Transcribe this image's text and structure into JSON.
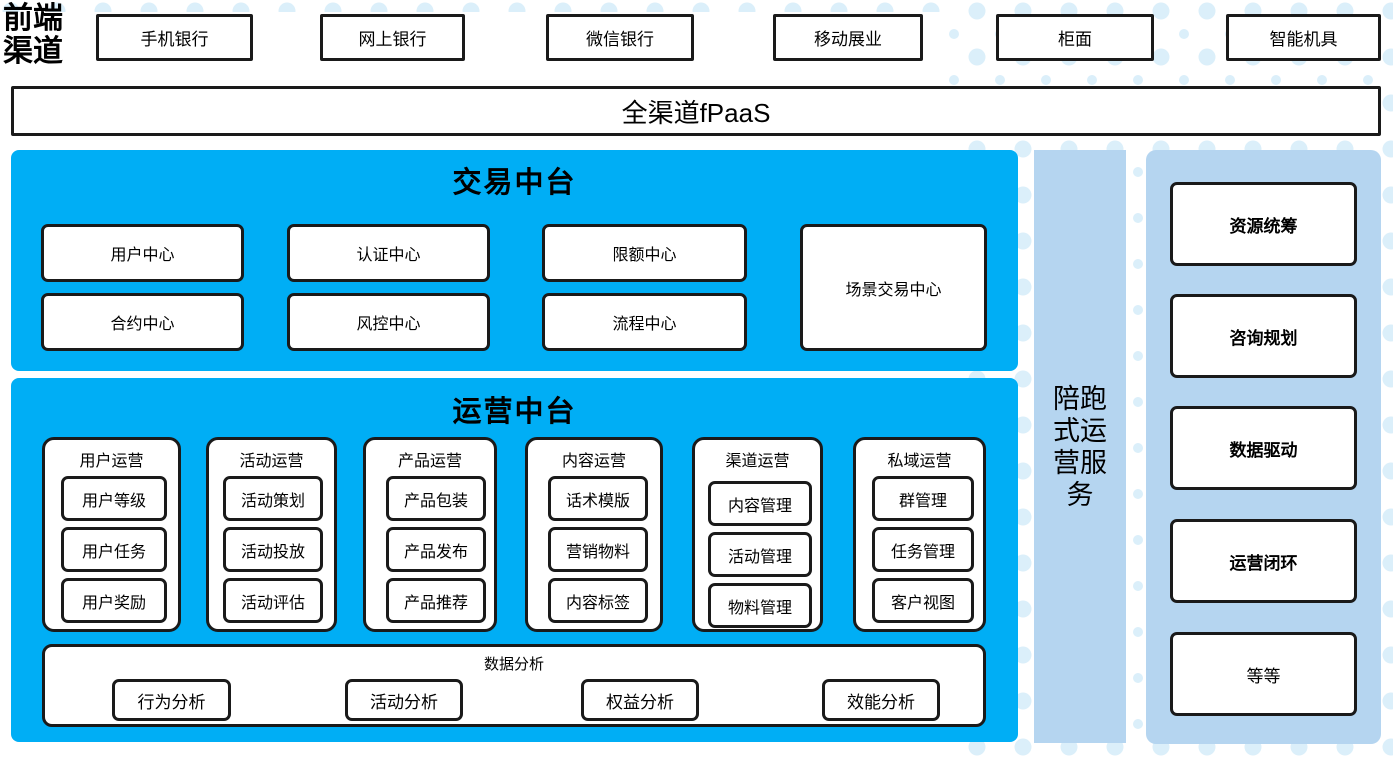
{
  "diagram": {
    "title_front_channel": "前端\n渠道",
    "front_channel_label_line1": "前端",
    "front_channel_label_line2": "渠道",
    "colors": {
      "cyan_panel": "#00AEF5",
      "light_blue_panel": "#B5D5F0",
      "box_border": "#1a1a1a",
      "box_fill": "#FFFFFF",
      "dot_pattern": "#D9EEF9"
    }
  },
  "channels": [
    {
      "label": "手机银行"
    },
    {
      "label": "网上银行"
    },
    {
      "label": "微信银行"
    },
    {
      "label": "移动展业"
    },
    {
      "label": "柜面"
    },
    {
      "label": "智能机具"
    }
  ],
  "platform_bar": {
    "label": "全渠道fPaaS"
  },
  "trade_center": {
    "title": "交易中台",
    "items": [
      {
        "label": "用户中心"
      },
      {
        "label": "认证中心"
      },
      {
        "label": "限额中心"
      },
      {
        "label": "合约中心"
      },
      {
        "label": "风控中心"
      },
      {
        "label": "流程中心"
      }
    ],
    "scene_box": {
      "label": "场景交易中心"
    }
  },
  "operation_center": {
    "title": "运营中台",
    "columns": [
      {
        "title": "用户运营",
        "items": [
          {
            "label": "用户等级"
          },
          {
            "label": "用户任务"
          },
          {
            "label": "用户奖励"
          }
        ]
      },
      {
        "title": "活动运营",
        "items": [
          {
            "label": "活动策划"
          },
          {
            "label": "活动投放"
          },
          {
            "label": "活动评估"
          }
        ]
      },
      {
        "title": "产品运营",
        "items": [
          {
            "label": "产品包装"
          },
          {
            "label": "产品发布"
          },
          {
            "label": "产品推荐"
          }
        ]
      },
      {
        "title": "内容运营",
        "items": [
          {
            "label": "话术模版"
          },
          {
            "label": "营销物料"
          },
          {
            "label": "内容标签"
          }
        ]
      },
      {
        "title": "渠道运营",
        "items": [
          {
            "label": "内容管理"
          },
          {
            "label": "活动管理"
          },
          {
            "label": "物料管理"
          }
        ]
      },
      {
        "title": "私域运营",
        "items": [
          {
            "label": "群管理"
          },
          {
            "label": "任务管理"
          },
          {
            "label": "客户视图"
          }
        ]
      }
    ],
    "analysis": {
      "title": "数据分析",
      "items": [
        {
          "label": "行为分析"
        },
        {
          "label": "活动分析"
        },
        {
          "label": "权益分析"
        },
        {
          "label": "效能分析"
        }
      ]
    }
  },
  "service_rail": {
    "label": "陪跑式运营服务"
  },
  "service_capabilities": [
    {
      "label": "资源统筹",
      "bold": true
    },
    {
      "label": "咨询规划",
      "bold": true
    },
    {
      "label": "数据驱动",
      "bold": true
    },
    {
      "label": "运营闭环",
      "bold": true
    },
    {
      "label": "等等",
      "bold": false
    }
  ]
}
